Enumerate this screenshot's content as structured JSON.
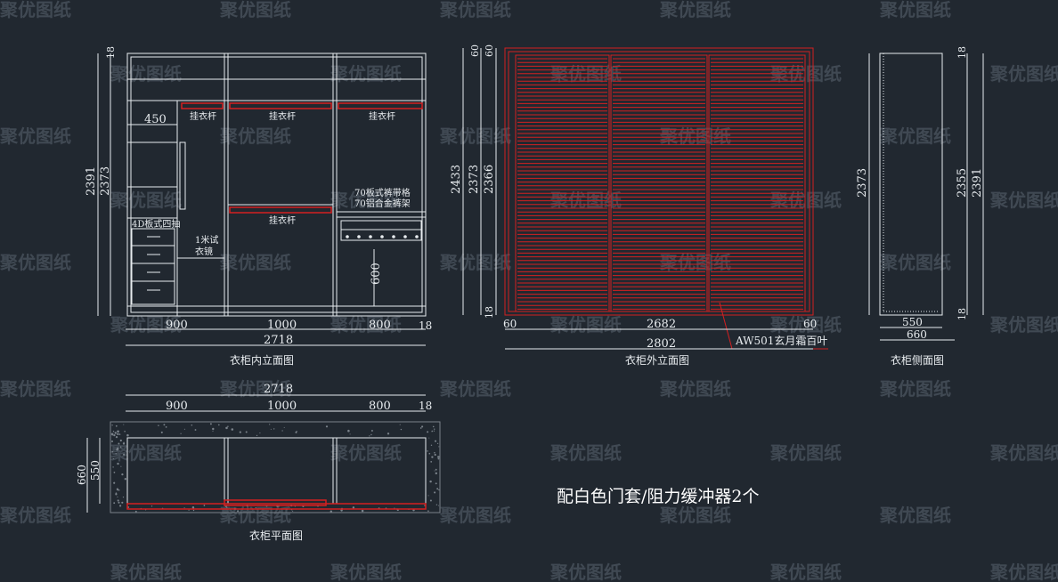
{
  "watermark": "聚优图纸",
  "colors": {
    "background": "#212830",
    "line": "#e8ecef",
    "accent": "#d42020"
  },
  "views": {
    "inner_elevation": {
      "title": "衣柜内立面图",
      "dims": {
        "top": "18",
        "height_overall": "2391",
        "height_inner": "2373",
        "shelf_width": "450",
        "w1": "900",
        "w2": "1000",
        "w3": "800",
        "side": "18",
        "total": "2718",
        "rail_height": "600"
      },
      "labels": {
        "rail1": "挂衣杆",
        "rail2": "挂衣杆",
        "rail3": "挂衣杆",
        "rail4": "挂衣杆",
        "drawers": "4D板式四抽",
        "mirror_l1": "1米试",
        "mirror_l2": "衣镜",
        "trouser_l1": "70板式裤带格",
        "trouser_l2": "70铝合金裤架"
      }
    },
    "outer_elevation": {
      "title": "衣柜外立面图",
      "dims": {
        "top1": "60",
        "top2": "60",
        "h1": "2433",
        "h2": "2373",
        "h3": "2366",
        "bottom": "18",
        "left": "60",
        "mid": "2682",
        "right": "60",
        "total": "2802"
      },
      "door_label": "AW501玄月霜百叶"
    },
    "side_view": {
      "title": "衣柜侧面图",
      "dims": {
        "height": "2373",
        "top": "18",
        "h_inner": "2355",
        "h_outer": "2391",
        "bottom": "18",
        "depth_inner": "550",
        "depth_outer": "660"
      }
    },
    "plan_view": {
      "title": "衣柜平面图",
      "dims": {
        "total": "2718",
        "w1": "900",
        "w2": "1000",
        "w3": "800",
        "side": "18",
        "depth_outer": "660",
        "depth_inner": "550"
      }
    }
  },
  "note": "配白色门套/阻力缓冲器2个"
}
